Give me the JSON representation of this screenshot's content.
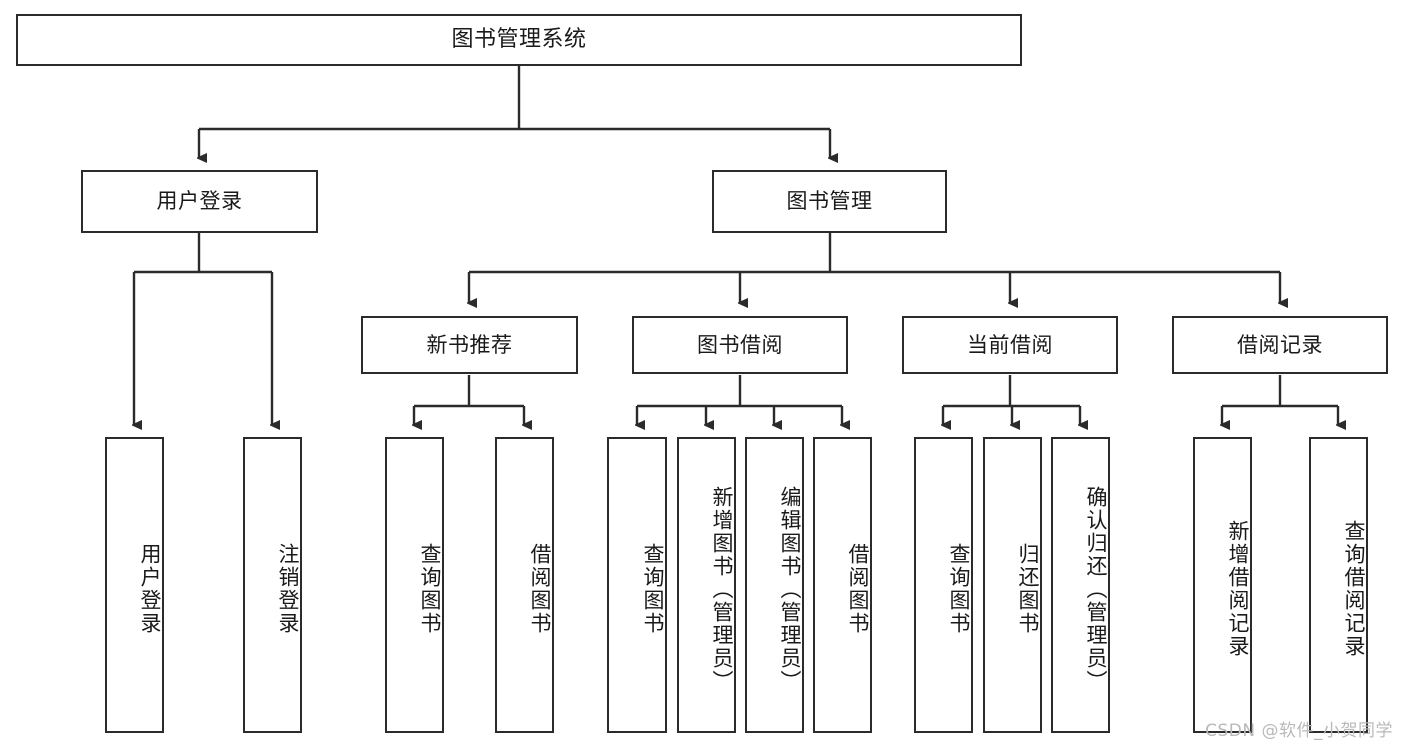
{
  "diagram": {
    "title": "图书管理系统",
    "type": "tree-hierarchy-chart",
    "root": {
      "id": "root",
      "label": "图书管理系统"
    },
    "level2": [
      {
        "id": "user-login",
        "label": "用户登录"
      },
      {
        "id": "book-manage",
        "label": "图书管理"
      }
    ],
    "level3": [
      {
        "id": "new-book-rec",
        "label": "新书推荐",
        "parent": "book-manage"
      },
      {
        "id": "book-borrow",
        "label": "图书借阅",
        "parent": "book-manage"
      },
      {
        "id": "current-borrow",
        "label": "当前借阅",
        "parent": "book-manage"
      },
      {
        "id": "borrow-record",
        "label": "借阅记录",
        "parent": "book-manage"
      }
    ],
    "leaves": {
      "user_login": [
        {
          "id": "leaf-user-login",
          "label": "用户登录"
        },
        {
          "id": "leaf-user-logout",
          "label": "注销登录"
        }
      ],
      "new_book_rec": [
        {
          "id": "leaf-query-book-1",
          "label": "查询图书"
        },
        {
          "id": "leaf-borrow-book-1",
          "label": "借阅图书"
        }
      ],
      "book_borrow": [
        {
          "id": "leaf-query-book-2",
          "label": "查询图书"
        },
        {
          "id": "leaf-add-book",
          "label": "新增图书（管理员）"
        },
        {
          "id": "leaf-edit-book",
          "label": "编辑图书（管理员）"
        },
        {
          "id": "leaf-borrow-book-2",
          "label": "借阅图书"
        }
      ],
      "current_borrow": [
        {
          "id": "leaf-query-book-3",
          "label": "查询图书"
        },
        {
          "id": "leaf-return-book",
          "label": "归还图书"
        },
        {
          "id": "leaf-confirm-return",
          "label": "确认归还（管理员）"
        }
      ],
      "borrow_record": [
        {
          "id": "leaf-add-record",
          "label": "新增借阅记录"
        },
        {
          "id": "leaf-query-record",
          "label": "查询借阅记录"
        }
      ]
    }
  },
  "watermark": {
    "text": "CSDN @软件_小贺同学"
  },
  "colors": {
    "border": "#2b2b2b",
    "background": "#ffffff",
    "text": "#1a1a1a",
    "watermark": "#b9b9b9"
  }
}
